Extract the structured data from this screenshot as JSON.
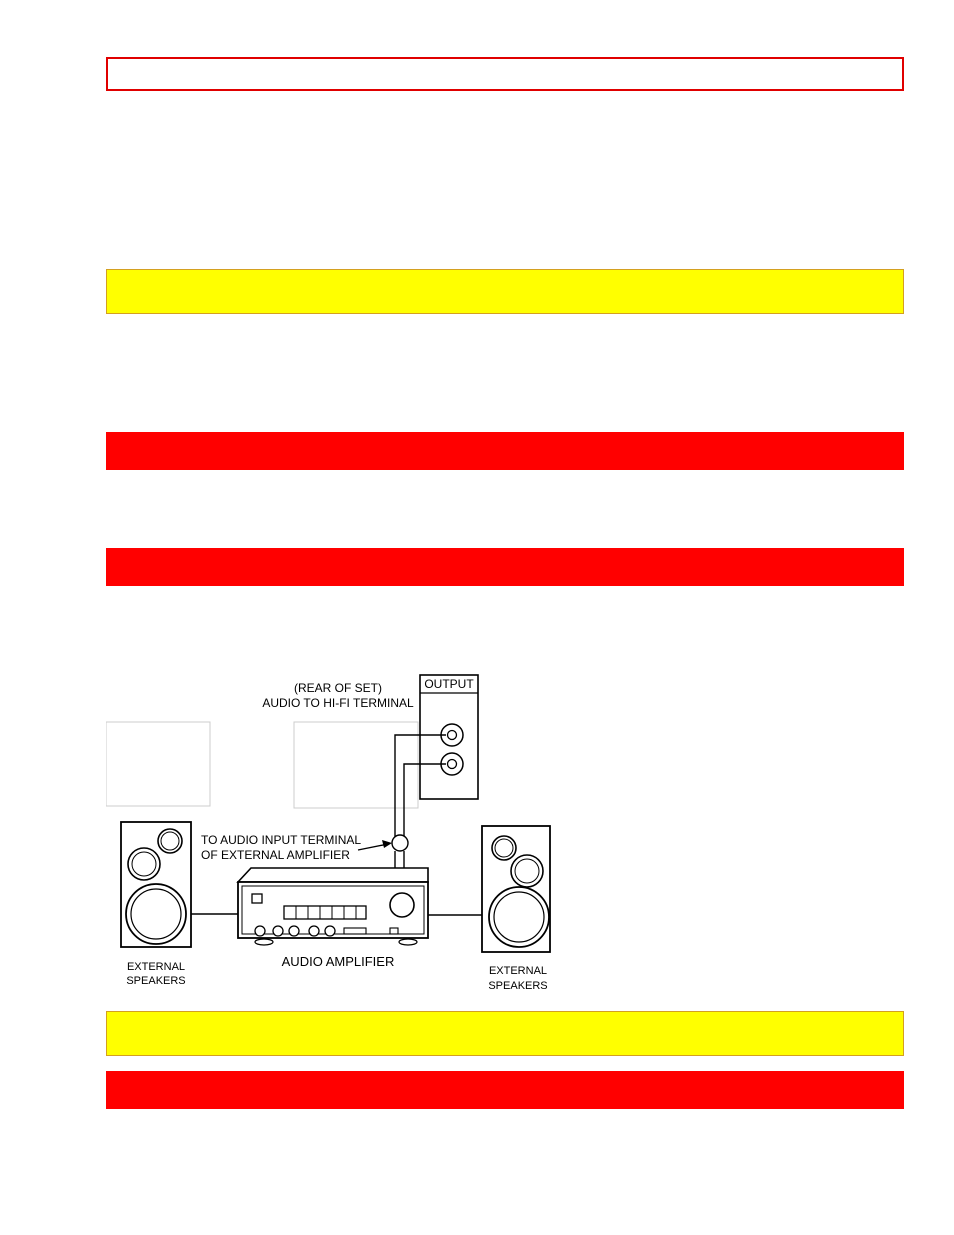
{
  "colors": {
    "outline_red": "#e00000",
    "highlight_yellow": "#ffff00",
    "banner_red": "#ff0000"
  },
  "diagram": {
    "rear_of_set_label": "(REAR OF SET)",
    "hifi_terminal_label": "AUDIO TO HI-FI TERMINAL",
    "output_label": "OUTPUT",
    "input_terminal_label_line1": "TO AUDIO INPUT TERMINAL",
    "input_terminal_label_line2": "OF EXTERNAL AMPLIFIER",
    "amplifier_label": "AUDIO AMPLIFIER",
    "left_speakers_line1": "EXTERNAL",
    "left_speakers_line2": "SPEAKERS",
    "right_speakers_line1": "EXTERNAL",
    "right_speakers_line2": "SPEAKERS"
  }
}
